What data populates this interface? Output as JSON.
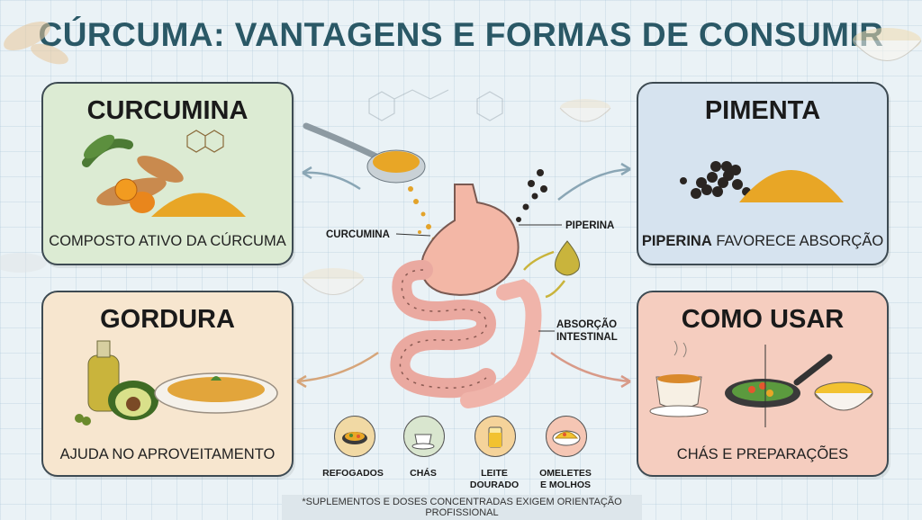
{
  "title": "CÚRCUMA: VANTAGENS E FORMAS DE CONSUMIR",
  "cards": {
    "curcumina": {
      "title": "CURCUMINA",
      "caption": "COMPOSTO ATIVO DA CÚRCUMA"
    },
    "pimenta": {
      "title": "PIMENTA",
      "caption_bold": "PIPERINA",
      "caption_rest": " FAVORECE ABSORÇÃO"
    },
    "gordura": {
      "title": "GORDURA",
      "caption": "AJUDA NO APROVEITAMENTO"
    },
    "usar": {
      "title": "COMO USAR",
      "caption": "CHÁS E PREPARAÇÕES"
    }
  },
  "center_labels": {
    "curcumina": "CURCUMINA",
    "piperina": "PIPERINA",
    "absorcao_line1": "ABSORÇÃO",
    "absorcao_line2": "INTESTINAL"
  },
  "foods": [
    {
      "label_line1": "REFOGADOS",
      "label_line2": "",
      "icon": "pan-dish-icon"
    },
    {
      "label_line1": "CHÁS",
      "label_line2": "",
      "icon": "tea-cup-icon"
    },
    {
      "label_line1": "LEITE",
      "label_line2": "DOURADO",
      "icon": "golden-milk-icon"
    },
    {
      "label_line1": "OMELETES",
      "label_line2": "E MOLHOS",
      "icon": "omelette-icon"
    }
  ],
  "footnote": "*SUPLEMENTOS E DOSES CONCENTRADAS EXIGEM ORIENTAÇÃO PROFISSIONAL",
  "colors": {
    "title": "#2a5866",
    "turmeric": "#e8a626",
    "curcumina_card": "#dcebd3",
    "pimenta_card": "#d6e3ef",
    "gordura_card": "#f7e6cf",
    "usar_card": "#f5cdbf"
  }
}
